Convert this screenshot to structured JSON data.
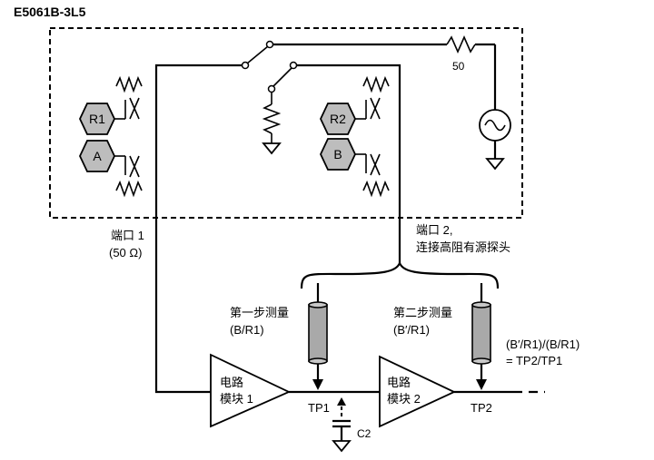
{
  "instrument": {
    "model": "E5061B-3L5"
  },
  "source": {
    "resistor_label": "50"
  },
  "receivers": [
    {
      "id": "r1",
      "label": "R1"
    },
    {
      "id": "a",
      "label": "A"
    },
    {
      "id": "r2",
      "label": "R2"
    },
    {
      "id": "b",
      "label": "B"
    }
  ],
  "ports": {
    "port1": {
      "line1": "端口 1",
      "line2": "(50 Ω)"
    },
    "port2": {
      "line1": "端口 2,",
      "line2": "连接高阻有源探头"
    }
  },
  "steps": {
    "step1": {
      "title": "第一步测量",
      "ratio": "(B/R1)"
    },
    "step2": {
      "title": "第二步测量",
      "ratio": "(B′/R1)"
    }
  },
  "blocks": {
    "block1": {
      "line1": "电路",
      "line2": "模块 1"
    },
    "block2": {
      "line1": "电路",
      "line2": "模块 2"
    }
  },
  "testpoints": {
    "tp1": "TP1",
    "tp2": "TP2"
  },
  "capacitor": {
    "label": "C2"
  },
  "formula": {
    "line1": "(B′/R1)/(B/R1)",
    "line2": "= TP2/TP1"
  }
}
